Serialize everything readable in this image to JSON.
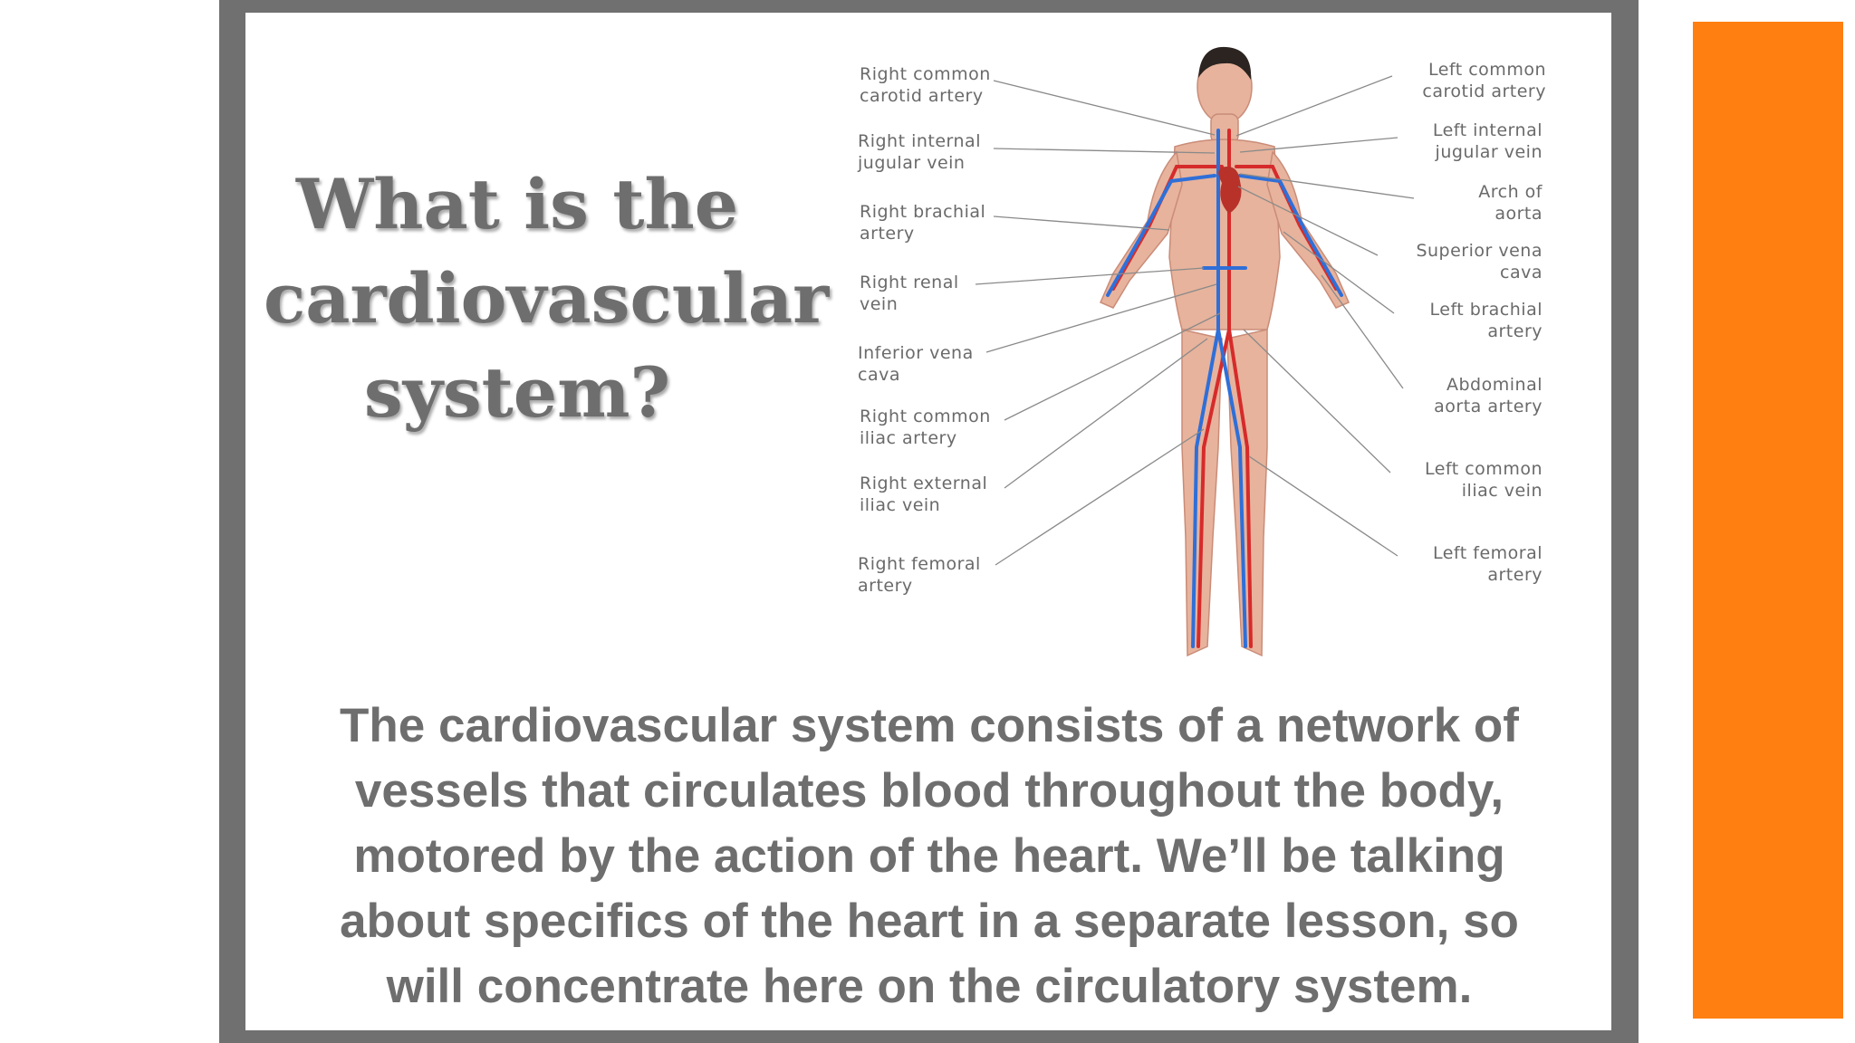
{
  "slide": {
    "title_lines": [
      "What is the",
      "cardiovascular",
      "system?"
    ],
    "body_lines": [
      "The cardiovascular system consists of a network of",
      "vessels that circulates blood throughout the body,",
      "motored by the action of the heart. We’ll be talking",
      "about specifics of the heart in a separate lesson, so",
      "will concentrate here on the circulatory system."
    ]
  },
  "diagram": {
    "left_labels": [
      [
        "Right common",
        "carotid artery"
      ],
      [
        "Right internal",
        "jugular vein"
      ],
      [
        "Right brachial",
        "artery"
      ],
      [
        "Right renal",
        "vein"
      ],
      [
        "Inferior vena",
        "cava"
      ],
      [
        "Right common",
        "iliac artery"
      ],
      [
        "Right external",
        "iliac vein"
      ],
      [
        "Right femoral",
        "artery"
      ]
    ],
    "right_labels": [
      [
        "Left common",
        "carotid artery"
      ],
      [
        "Left internal",
        "jugular vein"
      ],
      [
        "Arch of",
        "aorta"
      ],
      [
        "Superior vena",
        "cava"
      ],
      [
        "Left brachial",
        "artery"
      ],
      [
        "Abdominal",
        "aorta artery"
      ],
      [
        "Left common",
        "iliac vein"
      ],
      [
        "Left femoral",
        "artery"
      ]
    ]
  },
  "colors": {
    "frame": "#707070",
    "accent": "#ff7f10",
    "text": "#6e6e6e",
    "artery": "#d62b2b",
    "vein": "#2f6fd8",
    "skin": "#e7b39c"
  }
}
